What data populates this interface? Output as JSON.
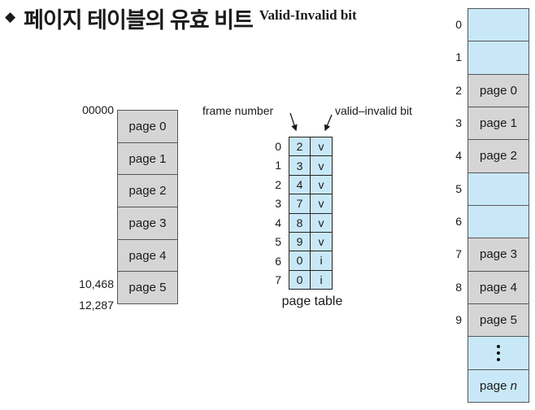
{
  "title": {
    "bullet": "◆",
    "korean": "페이지 테이블의 유효 비트",
    "english": "Valid-Invalid bit"
  },
  "logical_memory": {
    "address_top": "00000",
    "address_mid": "10,468",
    "address_bottom": "12,287",
    "pages": [
      "page 0",
      "page 1",
      "page 2",
      "page 3",
      "page 4",
      "page 5"
    ]
  },
  "page_table": {
    "label_frame": "frame number",
    "label_valid": "valid–invalid bit",
    "caption": "page table",
    "rows": [
      {
        "index": "0",
        "frame": "2",
        "bit": "v"
      },
      {
        "index": "1",
        "frame": "3",
        "bit": "v"
      },
      {
        "index": "2",
        "frame": "4",
        "bit": "v"
      },
      {
        "index": "3",
        "frame": "7",
        "bit": "v"
      },
      {
        "index": "4",
        "frame": "8",
        "bit": "v"
      },
      {
        "index": "5",
        "frame": "9",
        "bit": "v"
      },
      {
        "index": "6",
        "frame": "0",
        "bit": "i"
      },
      {
        "index": "7",
        "frame": "0",
        "bit": "i"
      }
    ]
  },
  "physical_memory": {
    "frame_labels": [
      "0",
      "1",
      "2",
      "3",
      "4",
      "5",
      "6",
      "7",
      "8",
      "9"
    ],
    "frames": [
      {
        "label": "0",
        "content": "",
        "type": "free"
      },
      {
        "label": "1",
        "content": "",
        "type": "free"
      },
      {
        "label": "2",
        "content": "page 0",
        "type": "page"
      },
      {
        "label": "3",
        "content": "page 1",
        "type": "page"
      },
      {
        "label": "4",
        "content": "page 2",
        "type": "page"
      },
      {
        "label": "5",
        "content": "",
        "type": "free"
      },
      {
        "label": "6",
        "content": "",
        "type": "free"
      },
      {
        "label": "7",
        "content": "page 3",
        "type": "page"
      },
      {
        "label": "8",
        "content": "page 4",
        "type": "page"
      },
      {
        "label": "9",
        "content": "page 5",
        "type": "page"
      },
      {
        "label": "",
        "content": "⋮",
        "type": "ellipsis"
      },
      {
        "label": "",
        "content": "page n",
        "type": "page-n"
      }
    ],
    "page_n_prefix": "page ",
    "page_n_var": "n"
  },
  "colors": {
    "frame_blue": "#c9e8f7",
    "page_gray": "#d5d5d5",
    "border_dark": "#232323",
    "border_gray": "#55565a",
    "text": "#1a1a1a"
  }
}
